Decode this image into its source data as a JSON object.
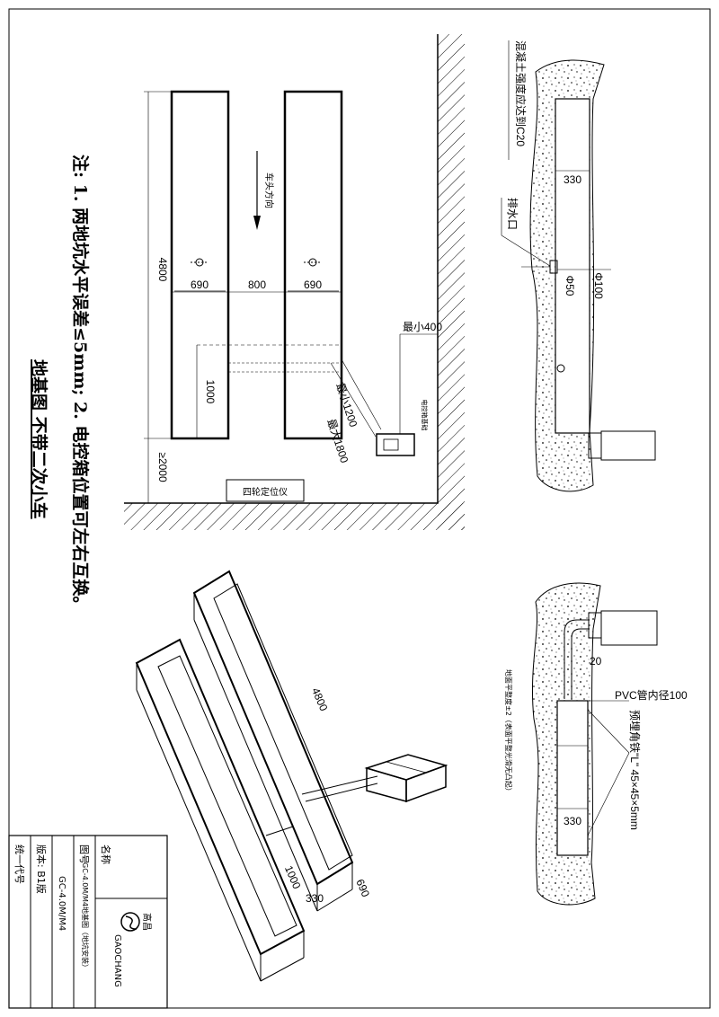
{
  "notes": {
    "line1": "注: 1. 两地坑水平误差≤5mm; 2. 电控箱位置可左右互换。",
    "line2": "地基图 不带二次小车"
  },
  "plan": {
    "length": "4800",
    "width_left": "690",
    "gap": "800",
    "width_right": "690",
    "dim_1000": "1000",
    "dim_2000": "≥2000",
    "min_400": "最小400",
    "min_1200": "最小1200",
    "max_1800": "最大1800",
    "drive_direction": "车头方向",
    "control_box": "电控箱基础",
    "aligner": "四轮定位仪"
  },
  "section_top": {
    "concrete": "混凝土强度应达到C20",
    "drain": "排水口",
    "dim_330": "330",
    "dia_50": "Φ50",
    "dia_100": "Φ100"
  },
  "section_bottom": {
    "dim_20": "20",
    "pvc": "PVC管内径100",
    "angle_iron": "预埋角铁\"L\" 45×45×5mm",
    "dim_330": "330",
    "floor_note": "地面平整度±2（表面平整光滑无凸起）"
  },
  "iso": {
    "length": "4800",
    "dim_1000": "1000",
    "dim_330": "330",
    "dim_690": "690"
  },
  "title_block": {
    "name_label": "名称",
    "name_value": "GC-4.0M/M4地基图（地坑安装）",
    "drawing_no_label": "图号",
    "drawing_no_value": "GC-4.0M/M4",
    "version": "版本: B1版",
    "unified_code": "统一代号",
    "brand": "GAOCHANG",
    "brand_cn": "高昌"
  }
}
